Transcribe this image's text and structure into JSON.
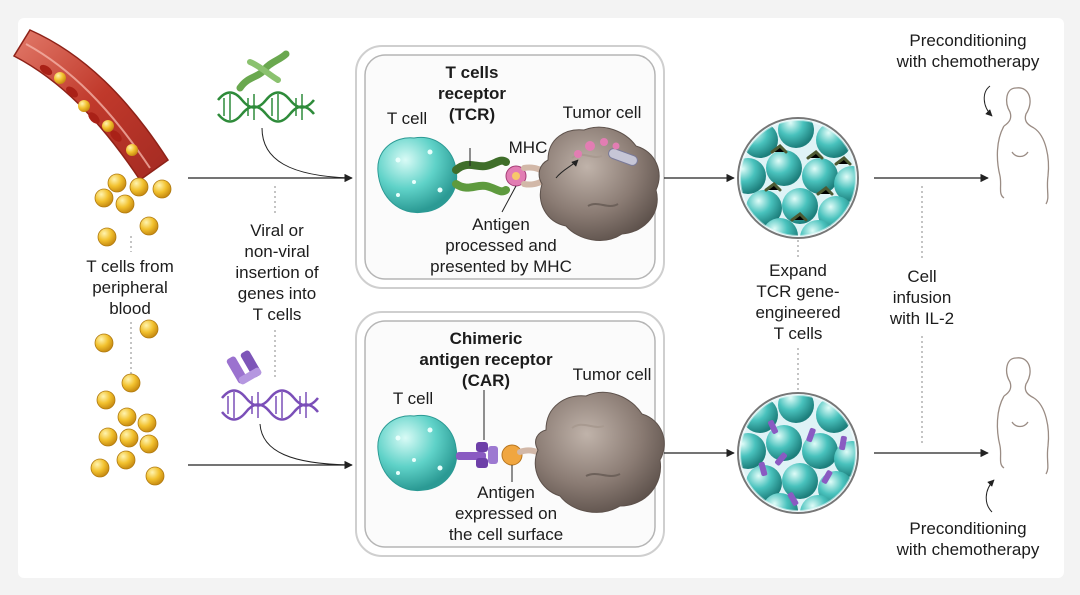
{
  "left_label": [
    "T cells from",
    "peripheral",
    "blood"
  ],
  "insertion_label": [
    "Viral or",
    "non-viral",
    "insertion of",
    "genes into",
    "T cells"
  ],
  "tcr_panel": {
    "receptor_title": [
      "T cells",
      "receptor",
      "(TCR)"
    ],
    "t_cell": "T cell",
    "tumor_cell": "Tumor cell",
    "mhc": "MHC",
    "antigen_caption": [
      "Antigen",
      "processed and",
      "presented by MHC"
    ]
  },
  "car_panel": {
    "receptor_title": [
      "Chimeric",
      "antigen receptor",
      "(CAR)"
    ],
    "t_cell": "T cell",
    "tumor_cell": "Tumor cell",
    "antigen_caption": [
      "Antigen",
      "expressed on",
      "the cell surface"
    ]
  },
  "expand_label": [
    "Expand",
    "TCR gene-",
    "engineered",
    "T cells"
  ],
  "infusion_label": [
    "Cell",
    "infusion",
    "with IL-2"
  ],
  "precondition_top": [
    "Preconditioning",
    "with chemotherapy"
  ],
  "precondition_bottom": [
    "Preconditioning",
    "with chemotherapy"
  ],
  "colors": {
    "background": "#f3f3f3",
    "card": "#ffffff",
    "t_cell": "#5fd2c8",
    "tumor_cell": "#8a7b73",
    "blood_cell": "#f2c12e",
    "vessel": "#c0392b",
    "tcr_receptor": "#4a7a32",
    "car_receptor": "#8a5bc2",
    "antigen": "#e9a23b",
    "mhc": "#d9579e"
  }
}
